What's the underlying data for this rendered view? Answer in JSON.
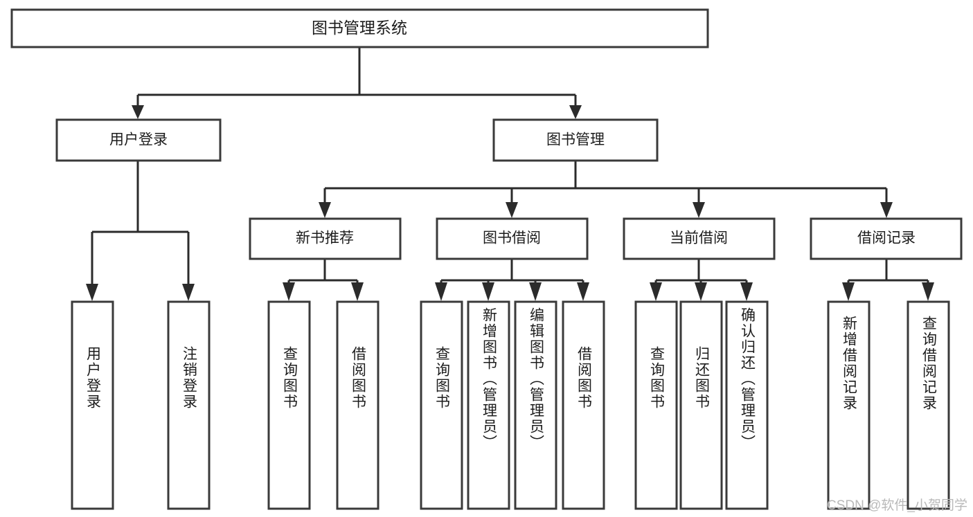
{
  "diagram": {
    "type": "tree",
    "title": "图书管理系统",
    "root": {
      "label": "图书管理系统",
      "level": 0
    },
    "level1": [
      {
        "label": "用户登录"
      },
      {
        "label": "图书管理"
      }
    ],
    "level2": [
      {
        "label": "新书推荐"
      },
      {
        "label": "图书借阅"
      },
      {
        "label": "当前借阅"
      },
      {
        "label": "借阅记录"
      }
    ],
    "leaves": {
      "user_login": [
        {
          "label": "用户登录"
        },
        {
          "label": "注销登录"
        }
      ],
      "new_book_recommend": [
        {
          "label": "查询图书"
        },
        {
          "label": "借阅图书"
        }
      ],
      "book_borrow": [
        {
          "label": "查询图书"
        },
        {
          "label": "新增图书（管理员）"
        },
        {
          "label": "编辑图书（管理员）"
        },
        {
          "label": "借阅图书"
        }
      ],
      "current_borrow": [
        {
          "label": "查询图书"
        },
        {
          "label": "归还图书"
        },
        {
          "label": "确认归还（管理员）"
        }
      ],
      "borrow_record": [
        {
          "label": "新增借阅记录"
        },
        {
          "label": "查询借阅记录"
        }
      ]
    },
    "watermark": "CSDN @软件_小贺同学",
    "colors": {
      "box_stroke": "#3a3a3a",
      "connector": "#2b2b2b",
      "box_fill": "#ffffff",
      "text": "#1c1c1c",
      "watermark": "#b9b9b9",
      "background": "#ffffff"
    }
  }
}
